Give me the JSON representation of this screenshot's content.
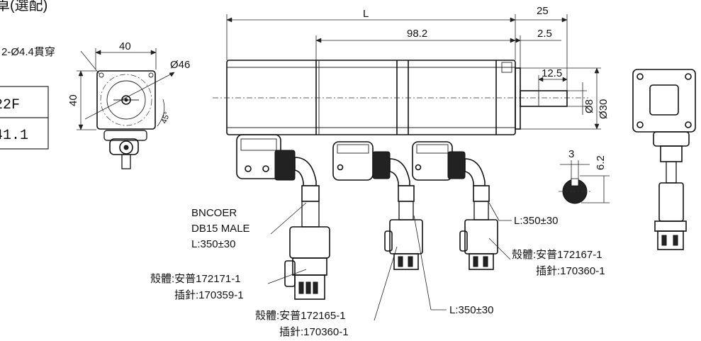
{
  "header": {
    "title_fragment": "卓(選配)"
  },
  "front_view": {
    "hole_label": "2-Ø4.4貫穿",
    "width_dim": "40",
    "height_dim": "40",
    "circle_dim": "Ø46",
    "angle_dim": "45°"
  },
  "table": {
    "row1": "22F",
    "row2": "41.1"
  },
  "side_view": {
    "length_dim": "L",
    "body_dim": "98.2",
    "shaft_total_dim": "25",
    "flange_dim": "2.5",
    "key_dim": "12.5",
    "shaft_dia_dim": "Ø8",
    "pilot_dia_dim": "Ø30"
  },
  "shaft_section": {
    "key_width": "3",
    "key_depth": "6.2"
  },
  "encoder_cable": {
    "line1": "BNCOER",
    "line2": "DB15  MALE",
    "line3": "L:350±30",
    "housing": "殼體:安普172171-1",
    "pin": "插針:170359-1"
  },
  "cable_middle": {
    "housing": "殼體:安普172165-1",
    "pin": "插針:170360-1",
    "length": "L:350±30"
  },
  "cable_right": {
    "length": "L:350±30",
    "housing": "殼體:安普172167-1",
    "pin": "插針:170360-1"
  }
}
